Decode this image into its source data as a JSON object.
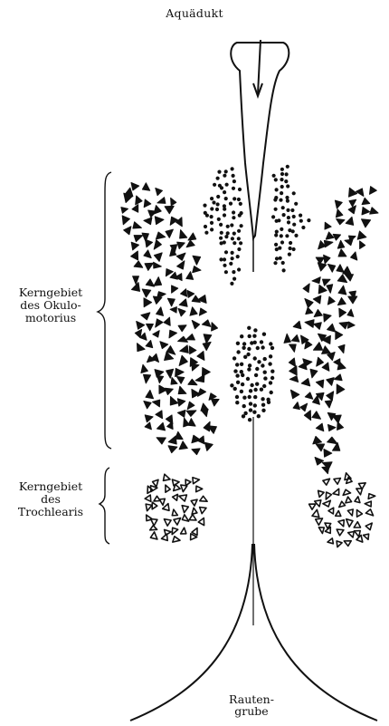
{
  "labels": {
    "top": "Aquädukt",
    "oculomotor": [
      "Kerngebiet",
      "des Okulo-",
      "motorius"
    ],
    "trochlear": [
      "Kerngebiet",
      "des",
      "Trochlearis"
    ],
    "bottom": [
      "Rauten-",
      "grube"
    ]
  },
  "colors": {
    "ink": "#111111",
    "background": "#ffffff"
  },
  "icons": {
    "filled_cell": "solid-triangle",
    "open_cell": "hollow-triangle",
    "small_cell": "solid-dot"
  }
}
